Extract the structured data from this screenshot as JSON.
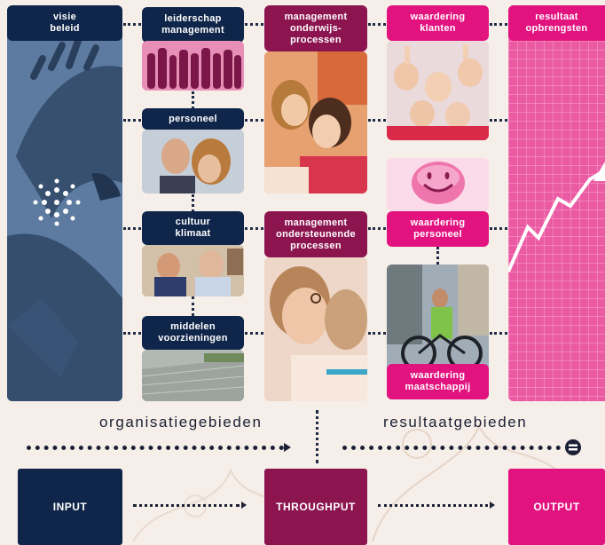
{
  "boxes": {
    "visie_beleid": "visie\nbeleid",
    "leiderschap_management": "leiderschap\nmanagement",
    "personeel": "personeel",
    "cultuur_klimaat": "cultuur\nklimaat",
    "middelen_voorzieningen": "middelen\nvoorzieningen",
    "management_onderwijsprocessen": "management\nonderwijs-\nprocessen",
    "management_ondersteunende_processen": "management\nondersteunende\nprocessen",
    "waardering_klanten": "waardering\nklanten",
    "waardering_personeel": "waardering\npersoneel",
    "waardering_maatschappij": "waardering\nmaatschappij",
    "resultaat_opbrengsten": "resultaat\nopbrengsten"
  },
  "sections": {
    "organisatie": "organisatiegebieden",
    "resultaat": "resultaatgebieden"
  },
  "flow": {
    "input": "INPUT",
    "throughput": "THROUGHPUT",
    "output": "OUTPUT"
  },
  "colors": {
    "navy": "#0f2549",
    "wine": "#8c1550",
    "pink": "#e2127f"
  },
  "icons": [
    "eagle-image",
    "star-dots-icon",
    "equals-icon",
    "smiley-icon",
    "growth-arrow-icon"
  ]
}
